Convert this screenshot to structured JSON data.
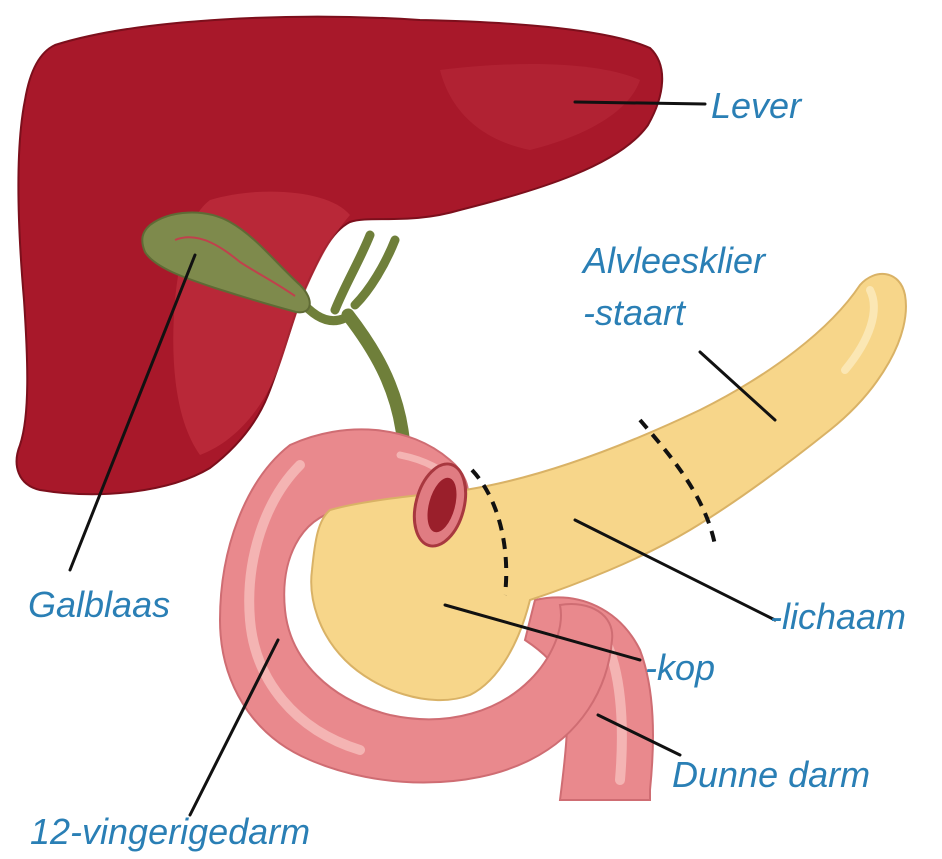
{
  "labels": {
    "liver": "Lever",
    "pancreas": "Alvleesklier",
    "tail": "-staart",
    "body": "-lichaam",
    "head": "-kop",
    "gallbladder": "Galblaas",
    "small_intestine": "Dunne darm",
    "duodenum": "12-vingerigedarm"
  },
  "colors": {
    "label_text": "#2a7fb5",
    "liver": "#a8182a",
    "liver_highlight": "#c63744",
    "gallbladder": "#7e8a4c",
    "bile_duct": "#6f7f3a",
    "pancreas": "#f7d68a",
    "duodenum": "#e9898d",
    "duodenum_light": "#f4b4b3",
    "leader_line": "#111111"
  }
}
